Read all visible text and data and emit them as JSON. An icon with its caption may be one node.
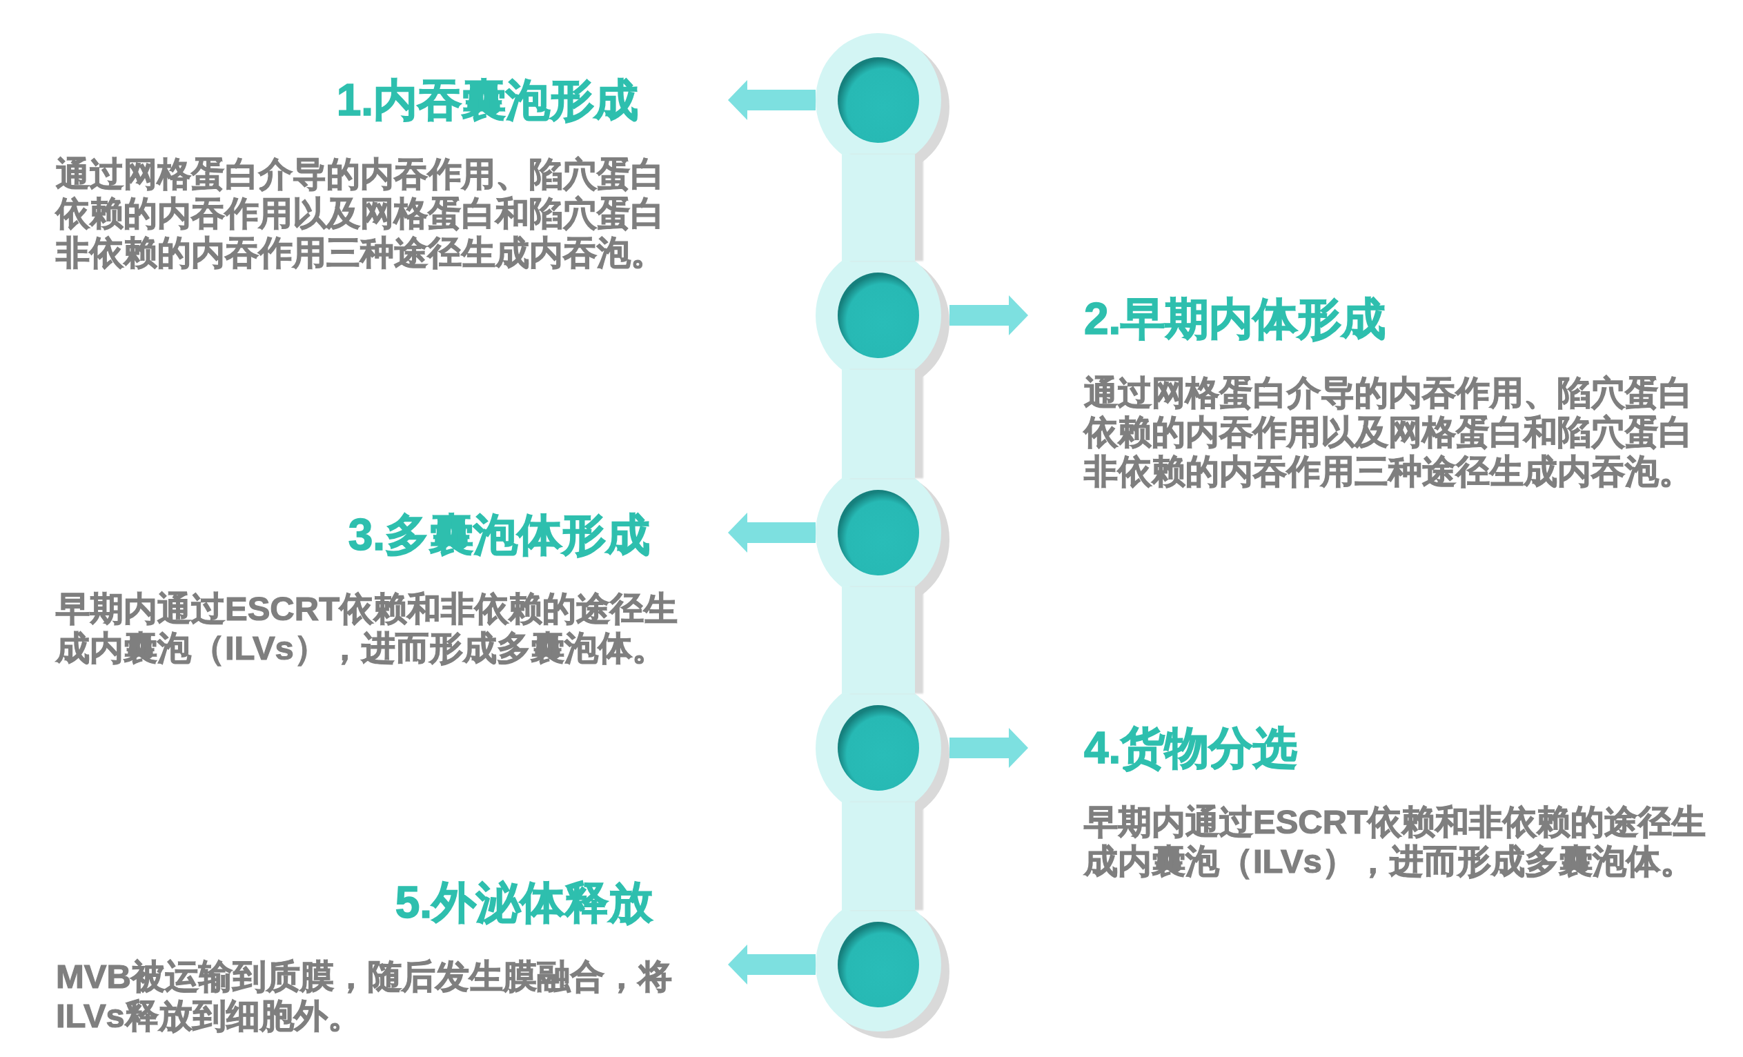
{
  "diagram": {
    "nodes": [
      {
        "text": [
          "1.内吞囊泡形成",
          "通过网格蛋白介导的内吞作用、陷穴蛋白依赖的内吞作用以及网格蛋白和陷穴蛋白非依赖的内吞作用三种途径生成内吞泡。"
        ]
      },
      {
        "text": [],
        "shape": "circle"
      },
      {
        "text": [],
        "shape": "circle"
      },
      {
        "text": [
          "2.早期内体形成",
          "通过网格蛋白介导的内吞作用、陷穴蛋白依赖的内吞作用以及网格蛋白和陷穴蛋白非依赖的内吞作用三种途径生成内吞泡。"
        ]
      },
      {
        "text": [
          "3.多囊泡体形成",
          "早期内通过ESCRT依赖和非依赖的途径生成内囊泡（ILVs），进而形成多囊泡体。"
        ]
      },
      {
        "text": [],
        "shape": "circle"
      },
      {
        "text": [],
        "shape": "circle"
      },
      {
        "text": [
          "4.货物分选",
          "早期内通过ESCRT依赖和非依赖的途径生成内囊泡（ILVs），进而形成多囊泡体。"
        ]
      },
      {
        "text": [
          "5.外泌体释放",
          "MVB被运输到质膜，随后发生膜融合，将ILVs释放到细胞外。"
        ]
      },
      {
        "text": [],
        "shape": "circle"
      }
    ],
    "edges": [
      {
        "from": 1,
        "to": 0,
        "arrow": "to"
      },
      {
        "from": 2,
        "to": 3,
        "arrow": "to"
      },
      {
        "from": 5,
        "to": 4,
        "arrow": "to"
      },
      {
        "from": 6,
        "to": 7,
        "arrow": "to"
      },
      {
        "from": 9,
        "to": 8,
        "arrow": "to"
      },
      {
        "from": 1,
        "to": 2,
        "arrow": "none",
        "style": "thick",
        "color": "#d3f5f4"
      },
      {
        "from": 2,
        "to": 5,
        "arrow": "none",
        "style": "thick",
        "color": "#d3f5f4"
      },
      {
        "from": 5,
        "to": 6,
        "arrow": "none",
        "style": "thick",
        "color": "#d3f5f4"
      },
      {
        "from": 6,
        "to": 9,
        "arrow": "none",
        "style": "thick",
        "color": "#d3f5f4"
      }
    ]
  }
}
